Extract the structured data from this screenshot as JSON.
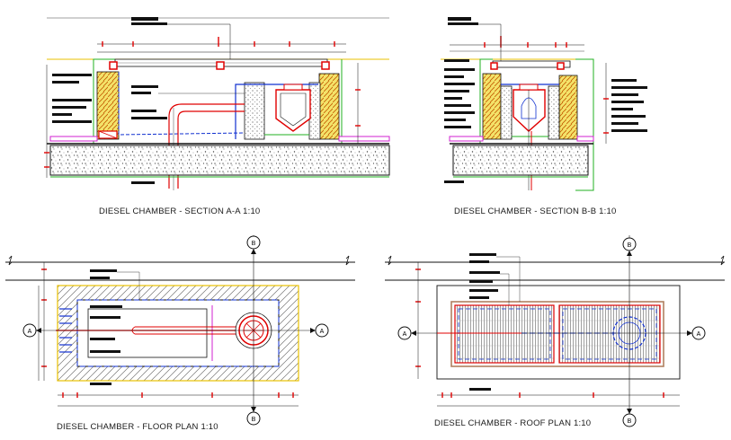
{
  "titles": {
    "section_aa": "DIESEL CHAMBER - SECTION A-A  1:10",
    "section_bb": "DIESEL CHAMBER - SECTION B-B  1:10",
    "floor_plan": "DIESEL CHAMBER - FLOOR PLAN  1:10",
    "roof_plan": "DIESEL CHAMBER - ROOF PLAN  1:10"
  },
  "markers": {
    "section_a": "A",
    "section_b": "B"
  },
  "colors": {
    "line": "#111111",
    "red": "#e00000",
    "yellow": "#e8c000",
    "green": "#20b020",
    "blue": "#1030d0",
    "magenta": "#d020d0",
    "brown": "#b08060",
    "hatch_gray": "#777777"
  }
}
